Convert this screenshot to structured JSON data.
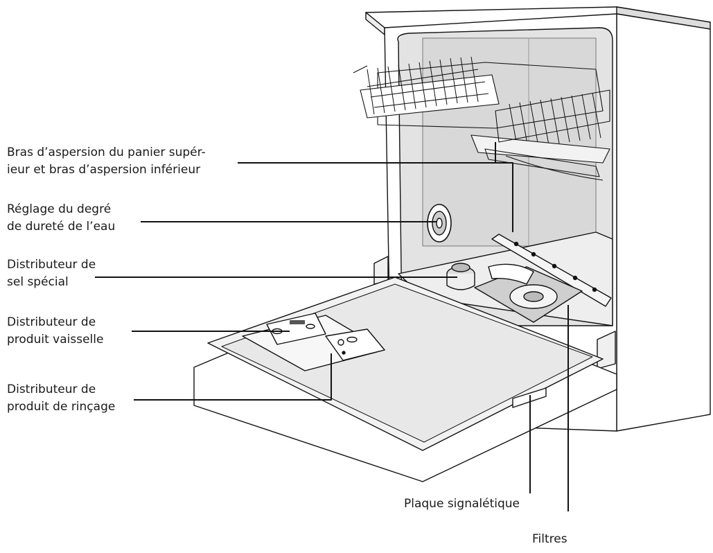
{
  "labels": {
    "spray_arms": {
      "line1": "Bras d’aspersion du panier supér-",
      "line2": "ieur et bras d’aspersion inférieur"
    },
    "water_hardness": {
      "line1": "Réglage du degré",
      "line2": "de dureté de l’eau"
    },
    "salt_dispenser": {
      "line1": "Distributeur de",
      "line2": "sel spécial"
    },
    "detergent_dispenser": {
      "line1": "Distributeur de",
      "line2": "produit vaisselle"
    },
    "rinse_aid_dispenser": {
      "line1": "Distributeur de",
      "line2": "produit de rinçage"
    },
    "rating_plate": "Plaque signalétique",
    "filters": "Filtres"
  },
  "colors": {
    "line": "#111111",
    "fill": "#ffffff",
    "shade": "#e6e6e6",
    "shade_dark": "#cfcfcf"
  }
}
